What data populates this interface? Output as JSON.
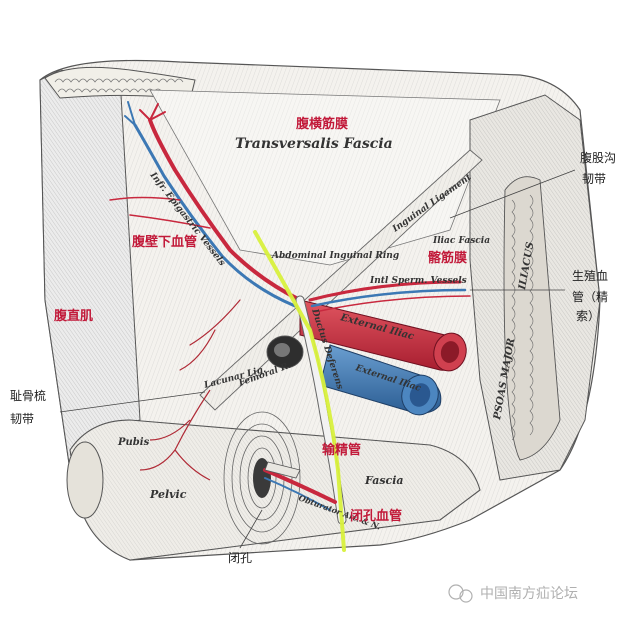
{
  "labels_red": {
    "transversalis_fascia": "腹横筋膜",
    "inf_epigastric_vessels": "腹壁下血管",
    "rectus": "腹直肌",
    "iliac_fascia": "髂筋膜",
    "vas_deferens": "输精管",
    "obturator_vessels": "闭孔血管"
  },
  "labels_black": {
    "inguinal_ligament_line1": "腹股沟",
    "inguinal_ligament_line2": "韧带",
    "spermatic_line1": "生殖血",
    "spermatic_line2": "管（精",
    "spermatic_line3": "索）",
    "pectineal_line1": "耻骨梳",
    "pectineal_line2": "韧带",
    "obturator_foramen": "闭孔"
  },
  "labels_latin": {
    "transversalis_fascia": "Transversalis Fascia",
    "inf_epigastric": "Infr. Epigastric Vessels",
    "abdominal_inguinal_ring": "Abdominal Inguinal Ring",
    "inguinal_ligament": "Inguinal Ligament",
    "iliac_fascia": "Iliac Fascia",
    "int_sperm_vessels": "Intl Sperm. Vessels",
    "iliacus": "ILIACUS",
    "external_iliac_artery": "External Iliac",
    "external_iliac_vein": "External Iliac",
    "lacunar_ligament": "Lacunar Lig.",
    "femoral_ring": "Femoral R.",
    "ductus_deferens": "Ductus Deferens",
    "pubis": "Pubis",
    "pelvic": "Pelvic",
    "fascia": "Fascia",
    "obturator_art": "Obturator Art. & N.",
    "psoas_major": "PSOAS MAJOR"
  },
  "watermark": "中国南方疝论坛",
  "colors": {
    "artery": "#c8283e",
    "vein": "#3c78b4",
    "highlight_line": "#d8f03c",
    "red_label": "#c21a3a",
    "ink": "#4a4a4a"
  }
}
